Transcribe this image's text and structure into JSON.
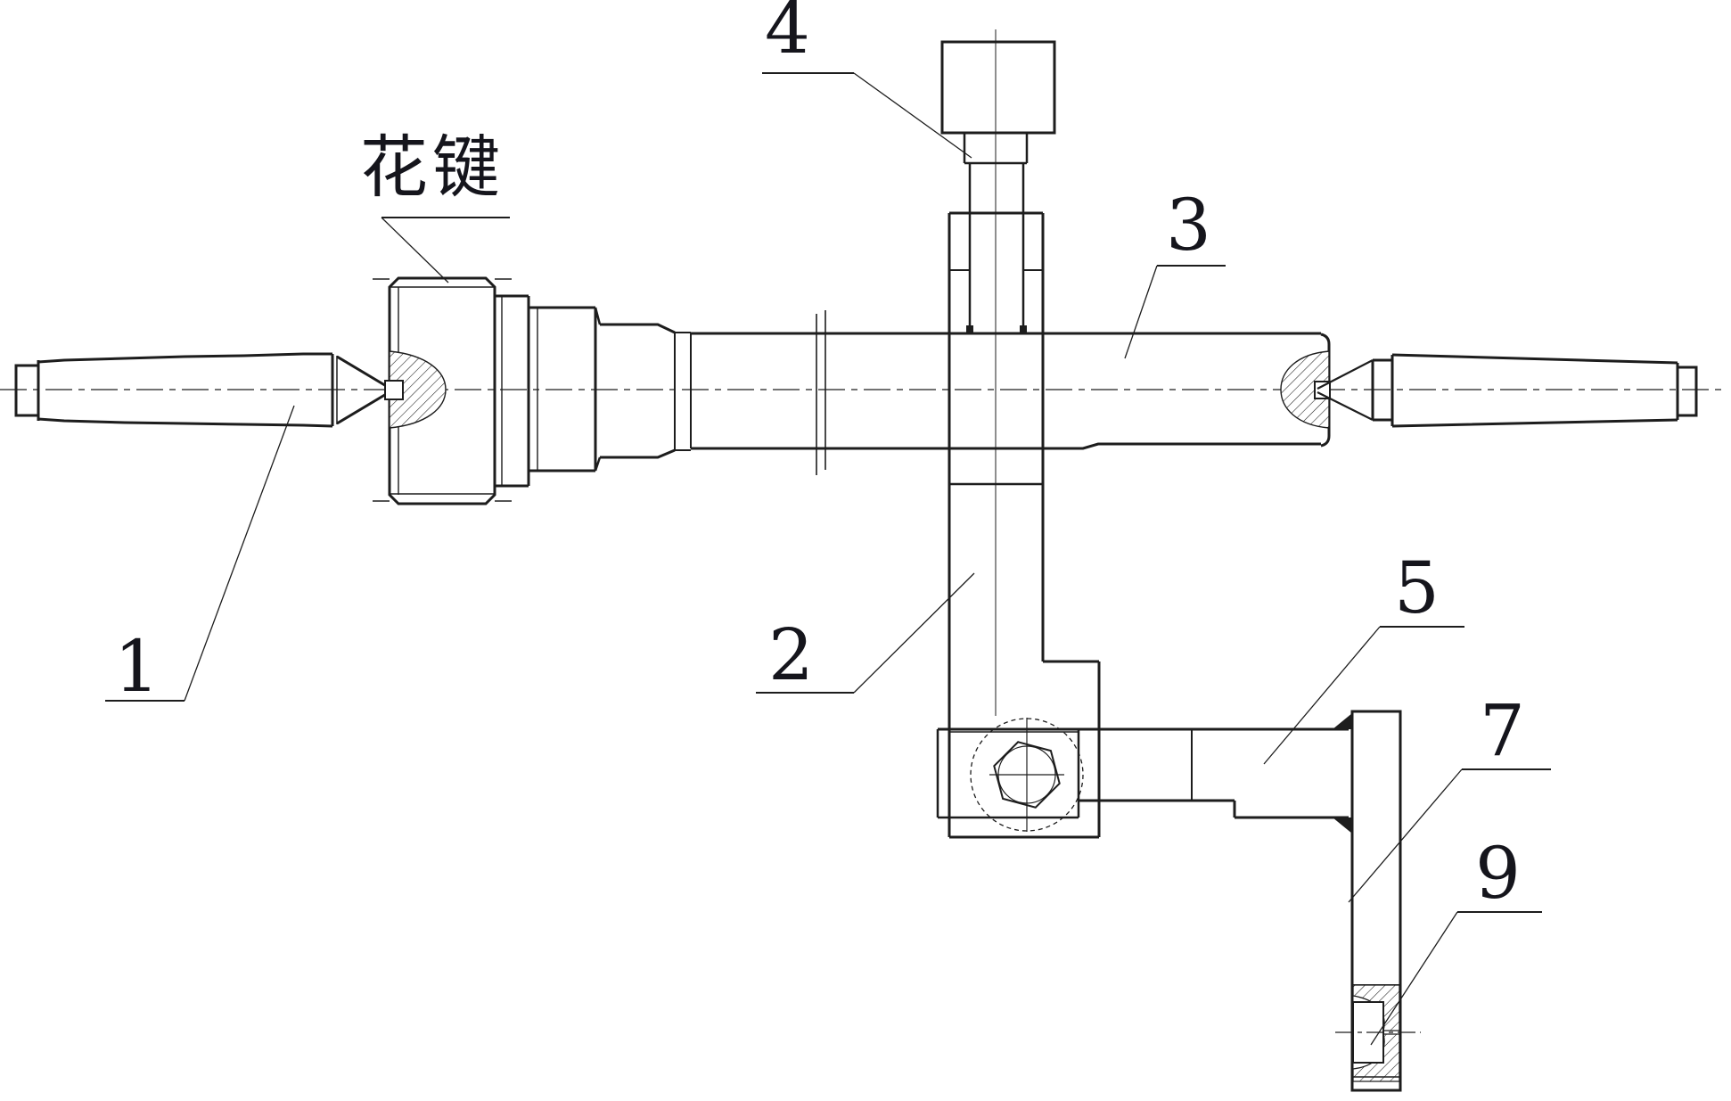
{
  "drawing": {
    "background_color": "#ffffff",
    "line_color": "#1d1d1d",
    "label_color": "#15151c",
    "labels": {
      "part1": "1",
      "part2": "2",
      "part3": "3",
      "part4": "4",
      "part5": "5",
      "part7": "7",
      "part9": "9",
      "spline": "花键"
    }
  }
}
